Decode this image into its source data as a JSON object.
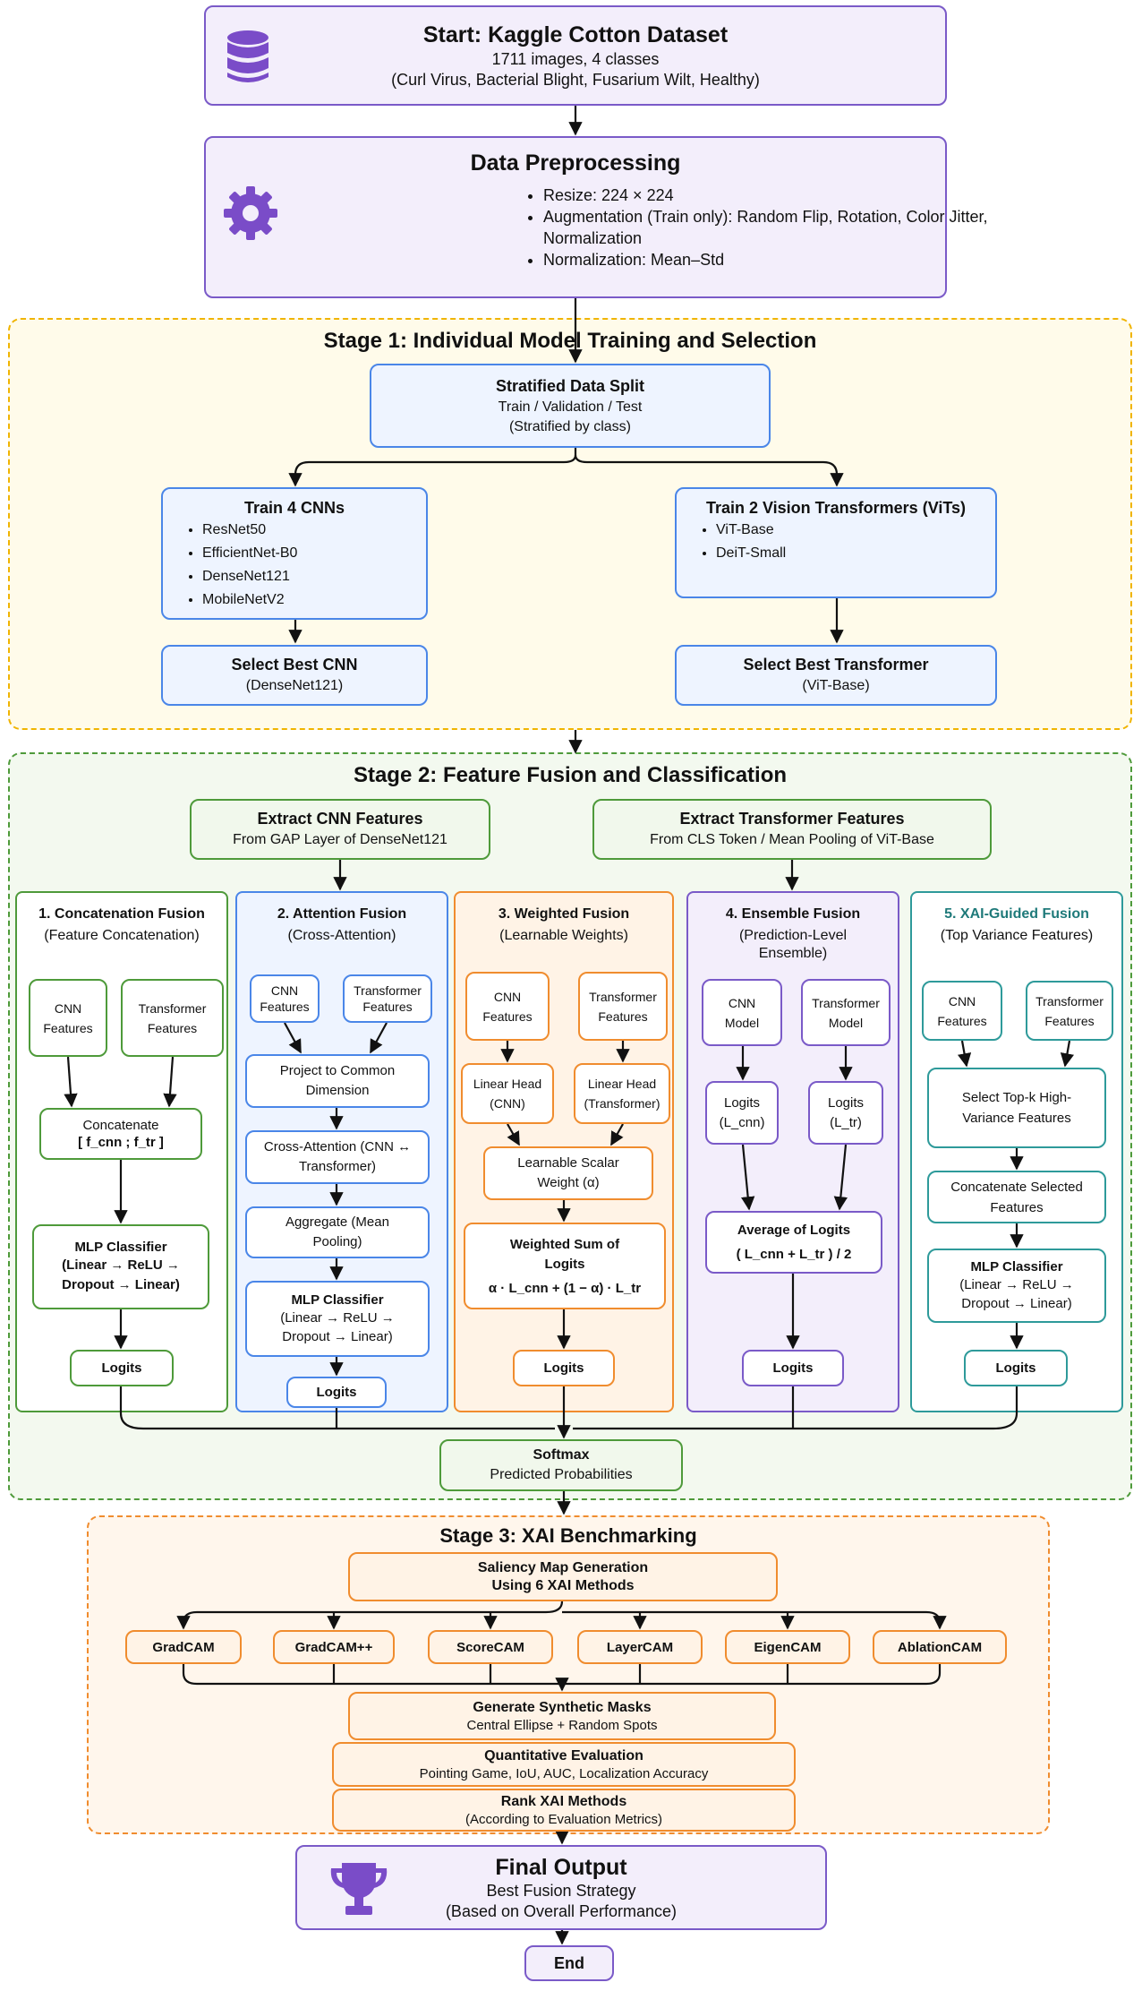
{
  "start": {
    "title": "Start: Kaggle Cotton Dataset",
    "line1": "1711 images, 4 classes",
    "line2": "(Curl Virus, Bacterial Blight, Fusarium Wilt, Healthy)"
  },
  "preprocessing": {
    "title": "Data Preprocessing",
    "items": [
      "Resize: 224 × 224",
      "Augmentation (Train only): Random Flip, Rotation, Color Jitter, Normalization",
      "Normalization: Mean–Std"
    ]
  },
  "stage1": {
    "title": "Stage 1: Individual Model Training and Selection",
    "split": {
      "title": "Stratified Data Split",
      "line1": "Train / Validation / Test",
      "line2": "(Stratified by class)"
    },
    "cnn": {
      "title": "Train 4 CNNs",
      "items": [
        "ResNet50",
        "EfficientNet-B0",
        "DenseNet121",
        "MobileNetV2"
      ]
    },
    "vit": {
      "title": "Train 2 Vision Transformers (ViTs)",
      "items": [
        "ViT-Base",
        "DeiT-Small"
      ]
    },
    "best_cnn": {
      "title": "Select Best CNN",
      "sub": "(DenseNet121)"
    },
    "best_vit": {
      "title": "Select Best Transformer",
      "sub": "(ViT-Base)"
    }
  },
  "stage2": {
    "title": "Stage 2: Feature Fusion and Classification",
    "extract_cnn": {
      "title": "Extract CNN Features",
      "sub": "From GAP Layer of DenseNet121"
    },
    "extract_vit": {
      "title": "Extract Transformer Features",
      "sub": "From CLS Token / Mean Pooling of ViT-Base"
    },
    "concat": {
      "title": "1. Concatenation Fusion",
      "sub": "(Feature Concatenation)",
      "cnn": "CNN Features",
      "tr": "Transformer Features",
      "step": "Concatenate",
      "formula": "[ f_cnn ; f_tr ]",
      "mlp_title": "MLP Classifier",
      "mlp_body": "(Linear → ReLU → Dropout → Linear)",
      "logits": "Logits"
    },
    "attention": {
      "title": "2. Attention Fusion",
      "sub": "(Cross-Attention)",
      "cnn": "CNN Features",
      "tr": "Transformer Features",
      "proj": "Project to Common Dimension",
      "xattn": "Cross-Attention (CNN ↔ Transformer)",
      "agg": "Aggregate (Mean Pooling)",
      "mlp_title": "MLP Classifier",
      "mlp_body": "(Linear → ReLU → Dropout → Linear)",
      "logits": "Logits"
    },
    "weighted": {
      "title": "3. Weighted Fusion",
      "sub": "(Learnable Weights)",
      "cnn": "CNN Features",
      "tr": "Transformer Features",
      "head_cnn": "Linear Head (CNN)",
      "head_tr": "Linear Head (Transformer)",
      "scalar": "Learnable Scalar Weight (α)",
      "sum_title": "Weighted Sum of Logits",
      "formula": "α · L_cnn + (1 − α) · L_tr",
      "logits": "Logits"
    },
    "ensemble": {
      "title": "4. Ensemble Fusion",
      "sub": "(Prediction-Level Ensemble)",
      "cnn": "CNN Model",
      "tr": "Transformer Model",
      "logit_cnn": "Logits (L_cnn)",
      "logit_tr": "Logits (L_tr)",
      "avg_title": "Average of Logits",
      "formula": "( L_cnn + L_tr ) / 2",
      "logits": "Logits"
    },
    "xai": {
      "title": "5. XAI-Guided Fusion",
      "sub": "(Top Variance Features)",
      "cnn": "CNN Features",
      "tr": "Transformer Features",
      "topk": "Select Top-k High-Variance Features",
      "concat": "Concatenate Selected Features",
      "mlp_title": "MLP Classifier",
      "mlp_body": "(Linear → ReLU → Dropout → Linear)",
      "logits": "Logits"
    },
    "softmax": {
      "title": "Softmax",
      "sub": "Predicted Probabilities"
    }
  },
  "stage3": {
    "title": "Stage 3: XAI Benchmarking",
    "saliency": {
      "title": "Saliency Map Generation",
      "sub": "Using 6 XAI Methods"
    },
    "methods": [
      "GradCAM",
      "GradCAM++",
      "ScoreCAM",
      "LayerCAM",
      "EigenCAM",
      "AblationCAM"
    ],
    "masks": {
      "title": "Generate Synthetic Masks",
      "sub": "Central Ellipse + Random Spots"
    },
    "quant": {
      "title": "Quantitative Evaluation",
      "sub": "Pointing Game, IoU, AUC, Localization Accuracy"
    },
    "rank": {
      "title": "Rank XAI Methods",
      "sub": "(According to Evaluation Metrics)"
    }
  },
  "final": {
    "title": "Final Output",
    "line1": "Best Fusion Strategy",
    "line2": "(Based on Overall Performance)"
  },
  "end": "End",
  "colors": {
    "purple": "#7a5ac8",
    "blue": "#4a86e8",
    "green": "#4e9a3a",
    "orange": "#f08c2e",
    "teal": "#2e9a9a",
    "stage1_border": "#f0b400",
    "stage1_bg": "#fffbea",
    "stage2_border": "#4e9a3a",
    "stage2_bg": "#f3f9ef",
    "stage3_border": "#f08c2e",
    "stage3_bg": "#fff6ec"
  }
}
